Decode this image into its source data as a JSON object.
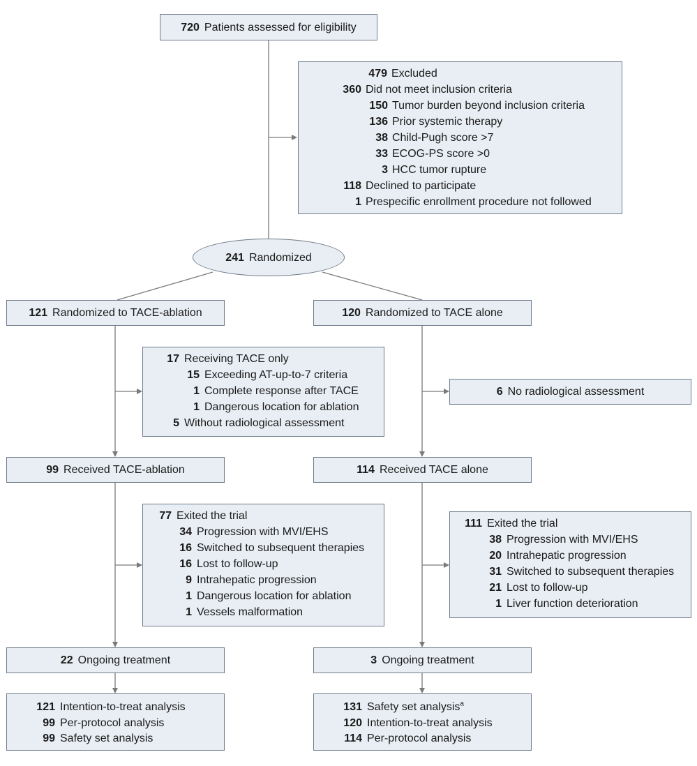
{
  "assessed": {
    "n": "720",
    "label": "Patients assessed for eligibility"
  },
  "excluded": {
    "rows": [
      {
        "n": "479",
        "label": "Excluded",
        "level": 0
      },
      {
        "n": "360",
        "label": "Did not meet inclusion criteria",
        "level": 1
      },
      {
        "n": "150",
        "label": "Tumor burden beyond inclusion criteria",
        "level": 2
      },
      {
        "n": "136",
        "label": "Prior systemic therapy",
        "level": 2
      },
      {
        "n": "38",
        "label": "Child-Pugh score >7",
        "level": 2
      },
      {
        "n": "33",
        "label": "ECOG-PS score >0",
        "level": 2
      },
      {
        "n": "3",
        "label": "HCC tumor rupture",
        "level": 2
      },
      {
        "n": "118",
        "label": "Declined to participate",
        "level": 1
      },
      {
        "n": "1",
        "label": "Prespecific enrollment procedure not followed",
        "level": 1
      }
    ]
  },
  "randomized": {
    "n": "241",
    "label": "Randomized"
  },
  "left": {
    "arm": {
      "n": "121",
      "label": "Randomized to TACE-ablation"
    },
    "tace_only": {
      "rows": [
        {
          "n": "17",
          "label": "Receiving TACE only",
          "level": 0
        },
        {
          "n": "15",
          "label": "Exceeding AT-up-to-7 criteria",
          "level": 1
        },
        {
          "n": "1",
          "label": "Complete response after TACE",
          "level": 1
        },
        {
          "n": "1",
          "label": "Dangerous location for ablation",
          "level": 1
        },
        {
          "n": "5",
          "label": "Without radiological assessment",
          "level": 0
        }
      ]
    },
    "received": {
      "n": "99",
      "label": "Received TACE-ablation"
    },
    "exited": {
      "rows": [
        {
          "n": "77",
          "label": "Exited the trial",
          "level": 0
        },
        {
          "n": "34",
          "label": "Progression with MVI/EHS",
          "level": 1
        },
        {
          "n": "16",
          "label": "Switched to subsequent therapies",
          "level": 1
        },
        {
          "n": "16",
          "label": "Lost to follow-up",
          "level": 1
        },
        {
          "n": "9",
          "label": "Intrahepatic progression",
          "level": 1
        },
        {
          "n": "1",
          "label": "Dangerous location for ablation",
          "level": 1
        },
        {
          "n": "1",
          "label": "Vessels malformation",
          "level": 1
        }
      ]
    },
    "ongoing": {
      "n": "22",
      "label": "Ongoing treatment"
    },
    "analysis": {
      "rows": [
        {
          "n": "121",
          "label": "Intention-to-treat analysis"
        },
        {
          "n": "99",
          "label": "Per-protocol analysis"
        },
        {
          "n": "99",
          "label": "Safety set analysis"
        }
      ]
    }
  },
  "right": {
    "arm": {
      "n": "120",
      "label": "Randomized to TACE alone"
    },
    "no_assessment": {
      "n": "6",
      "label": "No radiological assessment"
    },
    "received": {
      "n": "114",
      "label": "Received TACE alone"
    },
    "exited": {
      "rows": [
        {
          "n": "111",
          "label": "Exited the trial",
          "level": 0
        },
        {
          "n": "38",
          "label": "Progression with MVI/EHS",
          "level": 1
        },
        {
          "n": "20",
          "label": "Intrahepatic progression",
          "level": 1
        },
        {
          "n": "31",
          "label": "Switched to subsequent therapies",
          "level": 1
        },
        {
          "n": "21",
          "label": "Lost to follow-up",
          "level": 1
        },
        {
          "n": "1",
          "label": "Liver function deterioration",
          "level": 1
        }
      ]
    },
    "ongoing": {
      "n": "3",
      "label": "Ongoing treatment"
    },
    "analysis": {
      "rows": [
        {
          "n": "131",
          "label": "Safety set analysis",
          "note": "a"
        },
        {
          "n": "120",
          "label": "Intention-to-treat analysis"
        },
        {
          "n": "114",
          "label": "Per-protocol analysis"
        }
      ]
    }
  },
  "colors": {
    "box_fill": "#e9eef4",
    "box_border": "#6e7b89",
    "line": "#7a7a7a",
    "text": "#1a1a1a"
  }
}
